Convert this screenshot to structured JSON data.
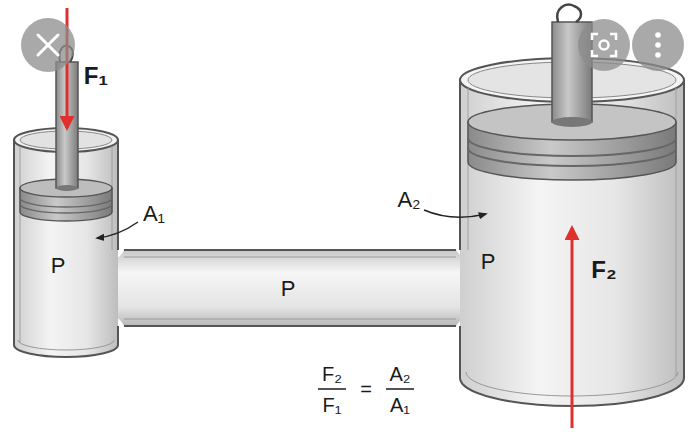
{
  "diagram": {
    "labels": [
      "F₁",
      "A₁",
      "P",
      "P",
      "A₂",
      "P",
      "F₂",
      "F₂",
      "F₁",
      "=",
      "A₂",
      "A₁"
    ]
  }
}
